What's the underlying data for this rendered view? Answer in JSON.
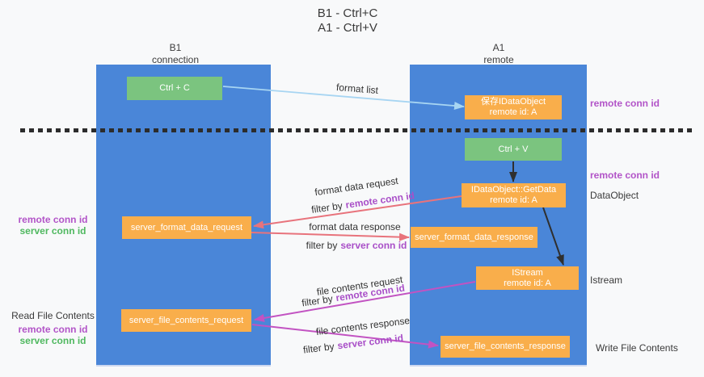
{
  "title": {
    "line1": "B1 - Ctrl+C",
    "line2": "A1 - Ctrl+V"
  },
  "lanes": {
    "left": {
      "name": "B1",
      "role": "connection"
    },
    "right": {
      "name": "A1",
      "role": "remote"
    }
  },
  "nodes": {
    "ctrl_c": {
      "label": "Ctrl + C"
    },
    "ctrl_v": {
      "label": "Ctrl + V"
    },
    "save_idataobject": {
      "line1": "保存IDataObject",
      "line2": "remote id: A"
    },
    "getdata": {
      "line1": "IDataObject::GetData",
      "line2": "remote id: A"
    },
    "istream": {
      "line1": "IStream",
      "line2": "remote id: A"
    },
    "server_format_data_request": {
      "label": "server_format_data_request"
    },
    "server_format_data_response": {
      "label": "server_format_data_response"
    },
    "server_file_contents_request": {
      "label": "server_file_contents_request"
    },
    "server_file_contents_response": {
      "label": "server_file_contents_response"
    }
  },
  "flow_labels": {
    "format_list": "format list",
    "format_data_request": "format data request",
    "format_data_response": "format data response",
    "file_contents_request": "file contents request",
    "file_contents_response": "file contents response",
    "filter_by": "filter by",
    "remote_conn_id": "remote conn id",
    "server_conn_id": "server conn id"
  },
  "side_labels": {
    "right_remote_conn_id_top": "remote conn id",
    "right_remote_conn_id_mid": "remote conn id",
    "dataobject": "DataObject",
    "istream": "Istream",
    "write_file_contents": "Write File Contents",
    "read_file_contents": "Read File Contents",
    "left_remote_conn_id_top": "remote conn id",
    "left_server_conn_id_top": "server conn id",
    "left_remote_conn_id_bottom": "remote conn id",
    "left_server_conn_id_bottom": "server conn id"
  },
  "colors": {
    "lane_blue": "#4a86d8",
    "node_orange": "#f9ae4b",
    "node_green": "#7bc47f",
    "accent_purple": "#a94fc8",
    "accent_green": "#4fb85f",
    "arrow_light_blue": "#a7d5f2",
    "arrow_red": "#e8737c",
    "arrow_magenta": "#c253c2",
    "arrow_black": "#2f2f2f"
  }
}
